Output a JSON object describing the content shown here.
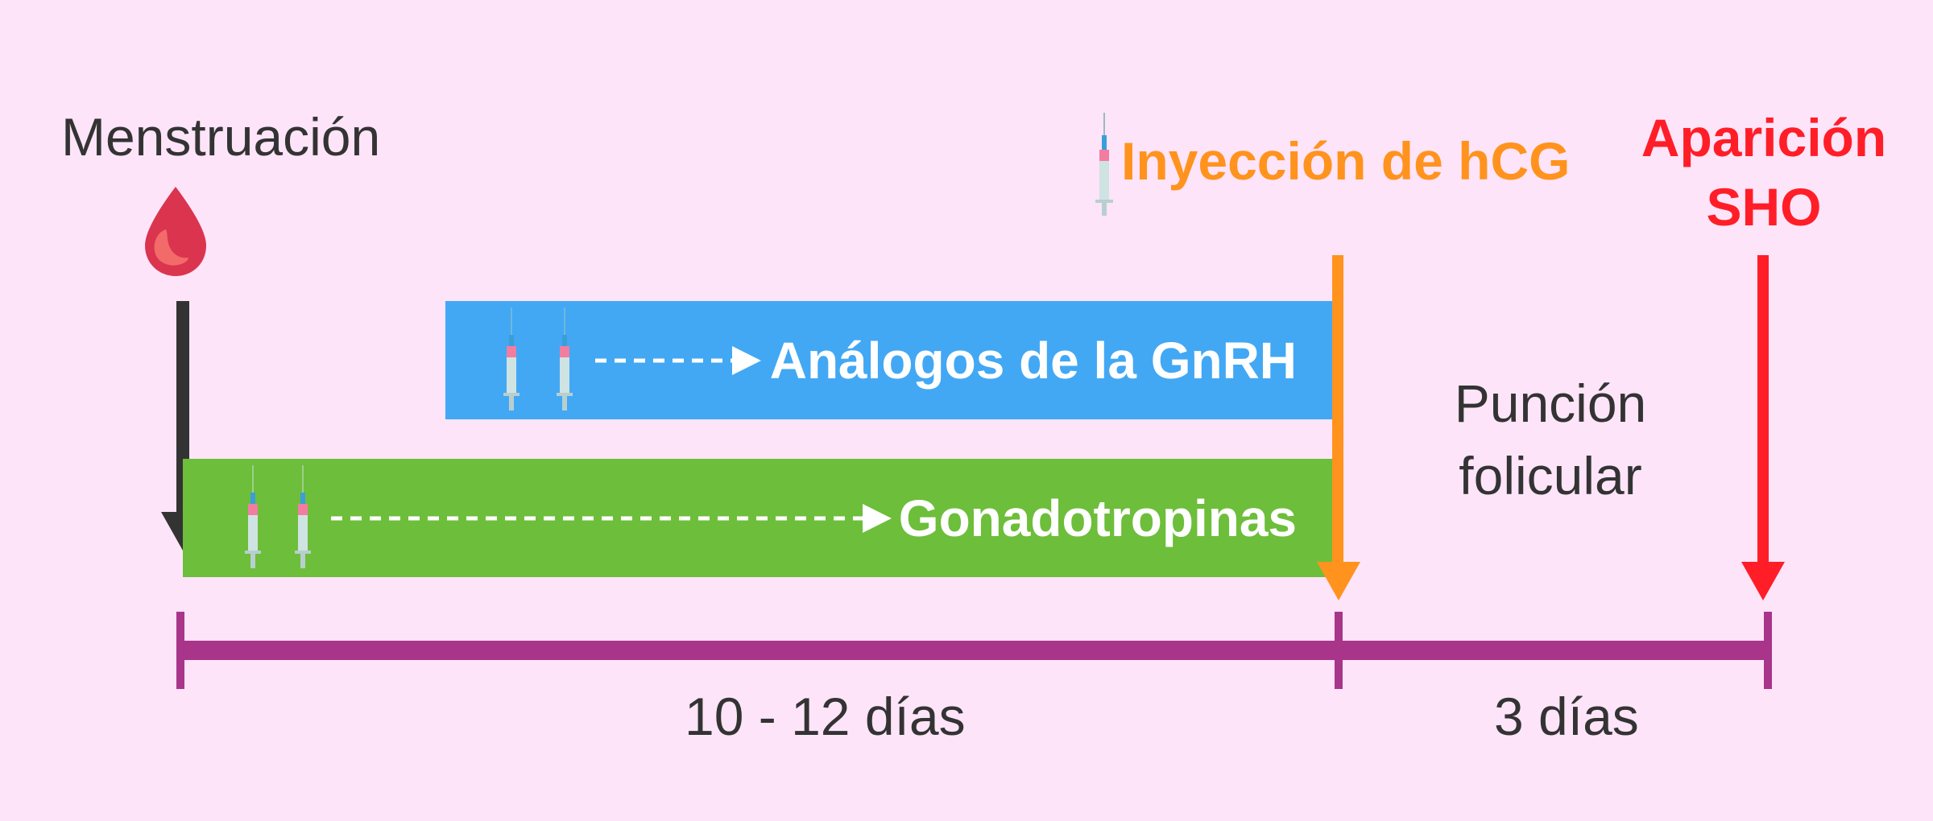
{
  "colors": {
    "background": "#FDE4F9",
    "text": "#333333",
    "gnrh_bar": "#42A8F4",
    "gonadotropin_bar": "#6DBE3A",
    "hcg": "#FF931E",
    "sho": "#FF1E27",
    "timeline": "#A8358A",
    "blood_drop": "#DB344E"
  },
  "events": {
    "menstruation": {
      "label": "Menstruación",
      "icon": "blood-drop-icon"
    },
    "hcg_injection": {
      "label": "Inyección de hCG",
      "icon": "syringe-icon"
    },
    "sho_onset": {
      "label_line1": "Aparición",
      "label_line2": "SHO"
    },
    "follicular_puncture": {
      "label_line1": "Punción",
      "label_line2": "folicular"
    }
  },
  "bars": [
    {
      "label": "Análogos de la GnRH",
      "icon": "syringe-icon",
      "count_icons": 2
    },
    {
      "label": "Gonadotropinas",
      "icon": "syringe-icon",
      "count_icons": 2
    }
  ],
  "timeline": {
    "segments": [
      {
        "label": "10 - 12 días"
      },
      {
        "label": "3 días"
      }
    ]
  }
}
